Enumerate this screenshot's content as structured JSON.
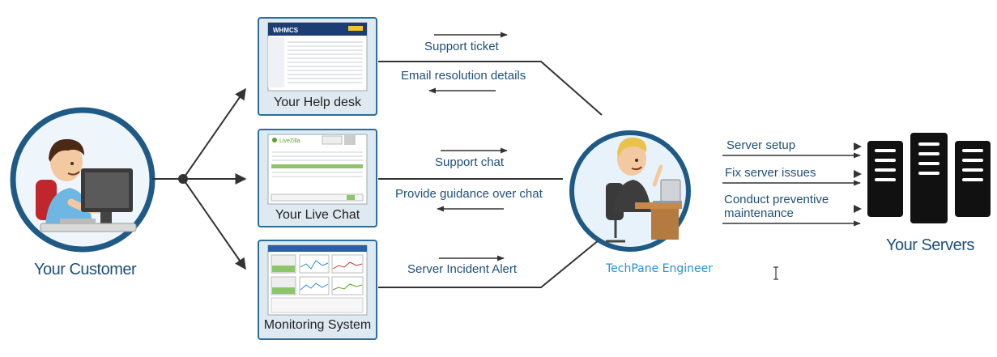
{
  "customer": {
    "label": "Your Customer"
  },
  "channels": [
    {
      "caption": "Your Help desk",
      "brand": "WHMCS",
      "to_engineer": "Support ticket",
      "from_engineer": "Email resolution details"
    },
    {
      "caption": "Your Live Chat",
      "brand": "LiveZilla",
      "to_engineer": "Support chat",
      "from_engineer": "Provide guidance over chat"
    },
    {
      "caption": "Monitoring System",
      "to_engineer": "Server Incident Alert"
    }
  ],
  "engineer": {
    "label": "TechPane Engineer"
  },
  "server_tasks": [
    "Server setup",
    "Fix server issues",
    "Conduct preventive maintenance"
  ],
  "servers": {
    "label": "Your Servers"
  },
  "colors": {
    "circle_ring": "#1f5a86",
    "box_border": "#2a6e99",
    "text_blue": "#1f4f7a",
    "engineer_label": "#2a8fd0",
    "line": "#333333",
    "server": "#111111"
  }
}
